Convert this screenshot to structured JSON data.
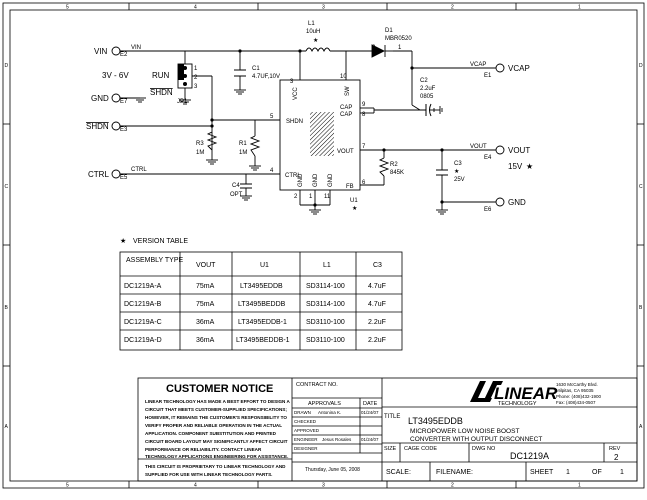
{
  "border": {
    "top_numbers": [
      "5",
      "4",
      "3",
      "2",
      "1"
    ],
    "bottom_numbers": [
      "5",
      "4",
      "3",
      "2",
      "1"
    ],
    "side_letters": [
      "D",
      "C",
      "B",
      "A"
    ]
  },
  "schematic": {
    "ports": {
      "vin": {
        "label": "VIN",
        "ref": "E2",
        "net": "VIN"
      },
      "gnd_in": {
        "label": "GND",
        "ref": "E7"
      },
      "shdn": {
        "label": "SHDN",
        "ref": "E3"
      },
      "ctrl": {
        "label": "CTRL",
        "ref": "E5",
        "net": "CTRL"
      },
      "vcap": {
        "label": "VCAP",
        "ref": "E1",
        "net": "VCAP"
      },
      "vout": {
        "label": "VOUT",
        "ref": "E4",
        "net": "VOUT",
        "spec": "15V"
      },
      "gnd_out": {
        "label": "GND",
        "ref": "E6"
      }
    },
    "input_range": "3V - 6V",
    "jumper": {
      "ref": "JP1",
      "run": "RUN",
      "shdn": "SHDN",
      "pins": [
        "1",
        "2",
        "3"
      ]
    },
    "star": "★",
    "parts": {
      "L1": {
        "ref": "L1",
        "value": "10uH"
      },
      "D1": {
        "ref": "D1",
        "value": "MBR0520"
      },
      "C1": {
        "ref": "C1",
        "value": "4.7UF,10V"
      },
      "C2": {
        "ref": "C2",
        "value": "2.2uF",
        "value2": "0805"
      },
      "C3": {
        "ref": "C3",
        "value": "25V"
      },
      "C4": {
        "ref": "C4",
        "value": "OPT"
      },
      "R1": {
        "ref": "R1",
        "value": "1M"
      },
      "R2": {
        "ref": "R2",
        "value": "845K"
      },
      "R3": {
        "ref": "R3",
        "value": "1M"
      },
      "U1": {
        "ref": "U1"
      }
    },
    "ic_pins": {
      "vcc": "VCC",
      "sw": "SW",
      "shdn": "SHDN",
      "ctrl": "CTRL",
      "cap": "CAP",
      "vout": "VOUT",
      "fb": "FB",
      "gnd": "GND",
      "n1": "1",
      "n2": "2",
      "n3": "3",
      "n4": "4",
      "n5": "5",
      "n6": "6",
      "n7": "7",
      "n8": "8",
      "n9": "9",
      "n10": "10",
      "n11": "11"
    }
  },
  "version_table": {
    "title": "VERSION TABLE",
    "headers": [
      "ASSEMBLY TYPE",
      "VOUT",
      "U1",
      "L1",
      "C3"
    ],
    "rows": [
      [
        "DC1219A-A",
        "75mA",
        "LT3495EDDB",
        "SD3114-100",
        "4.7uF"
      ],
      [
        "DC1219A-B",
        "75mA",
        "LT3495BEDDB",
        "SD3114-100",
        "4.7uF"
      ],
      [
        "DC1219A-C",
        "36mA",
        "LT3495EDDB-1",
        "SD3110-100",
        "2.2uF"
      ],
      [
        "DC1219A-D",
        "36mA",
        "LT3495BEDDB-1",
        "SD3110-100",
        "2.2uF"
      ]
    ]
  },
  "title_block": {
    "notice_title": "CUSTOMER NOTICE",
    "notice_lines": [
      "LINEAR TECHNOLOGY HAS MADE A BEST EFFORT TO DESIGN A",
      "CIRCUIT THAT MEETS CUSTOMER-SUPPLIED SPECIFICATIONS;",
      "HOWEVER, IT REMAINS THE CUSTOMER'S RESPONSIBILITY TO",
      "VERIFY PROPER AND RELIABLE OPERATION IN THE ACTUAL",
      "APPLICATION. COMPONENT SUBSTITUTION AND PRINTED",
      "CIRCUIT BOARD LAYOUT MAY SIGNIFICANTLY AFFECT CIRCUIT",
      "PERFORMANCE OR RELIABILITY. CONTACT LINEAR",
      "TECHNOLOGY APPLICATIONS ENGINEERING FOR ASSISTANCE."
    ],
    "proprietary_lines": [
      "THIS CIRCUIT IS PROPRIETARY TO LINEAR TECHNOLOGY AND",
      "SUPPLIED FOR USE WITH LINEAR TECHNOLOGY PARTS."
    ],
    "contract_no": "CONTRACT NO.",
    "approvals": "APPROVALS",
    "date_label": "DATE",
    "drawn": "DRAWN",
    "drawn_name": "Antonina K.",
    "drawn_date": "01/24/07",
    "checked": "CHECKED",
    "approved": "APPROVED",
    "engineer": "ENGINEER",
    "engineer_name": "Jesus Rosales",
    "engineer_date": "01/24/07",
    "designer": "DESIGNER",
    "print_date": "Thursday, June 05, 2008",
    "logo_text": "LINEAR",
    "logo_sub": "TECHNOLOGY",
    "address": [
      "1630 McCarthy Blvd.",
      "Milpitas, CA 95035",
      "Phone: (408)432-1900",
      "Fax: (408)434-0507"
    ],
    "title_label": "TITLE",
    "title_part": "LT3495EDDB",
    "title_desc1": "MICROPOWER LOW NOISE BOOST",
    "title_desc2": "CONVERTER WITH OUTPUT DISCONNECT",
    "size_label": "SIZE",
    "cage_code": "CAGE CODE",
    "dwg_no_label": "DWG NO",
    "dwg_no": "DC1219A",
    "rev_label": "REV",
    "rev": "2",
    "scale_label": "SCALE:",
    "filename_label": "FILENAME:",
    "sheet_label": "SHEET",
    "sheet_num": "1",
    "of_label": "OF",
    "sheet_total": "1"
  }
}
